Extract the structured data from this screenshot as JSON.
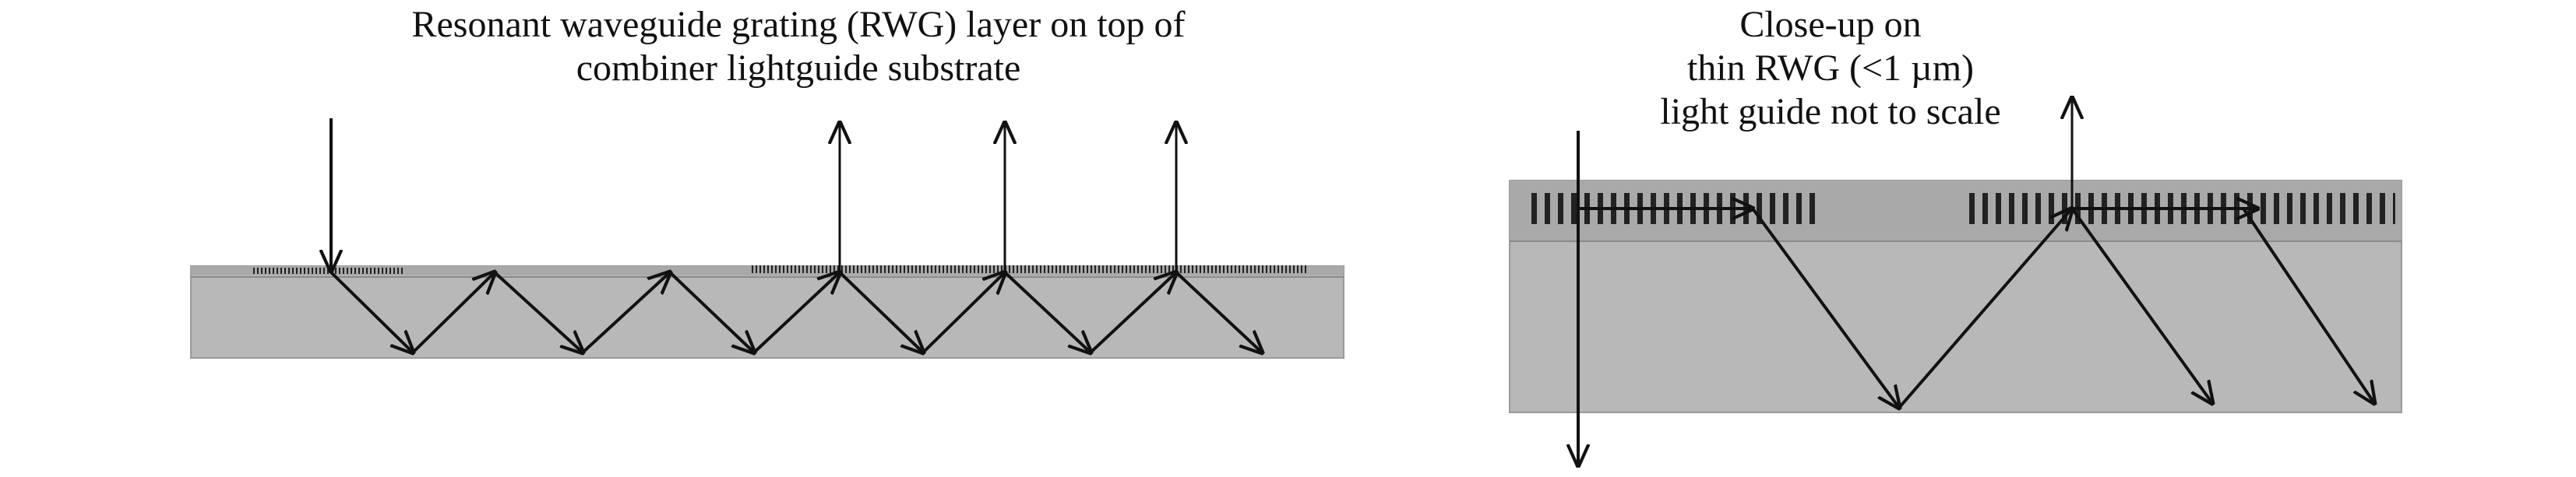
{
  "left_caption": {
    "line1": "Resonant waveguide grating (RWG) layer on top of",
    "line2": "combiner lightguide substrate"
  },
  "right_caption": {
    "line1": "Close-up on",
    "line2": "thin RWG (<1 µm)",
    "line3": "light guide not to scale"
  },
  "colors": {
    "substrate": "#b8b8b8",
    "rwg_layer": "#a9a9a9",
    "grating": "#222222",
    "ray": "#111111",
    "text": "#111111"
  },
  "icons": [
    "arrow-head-icon"
  ]
}
